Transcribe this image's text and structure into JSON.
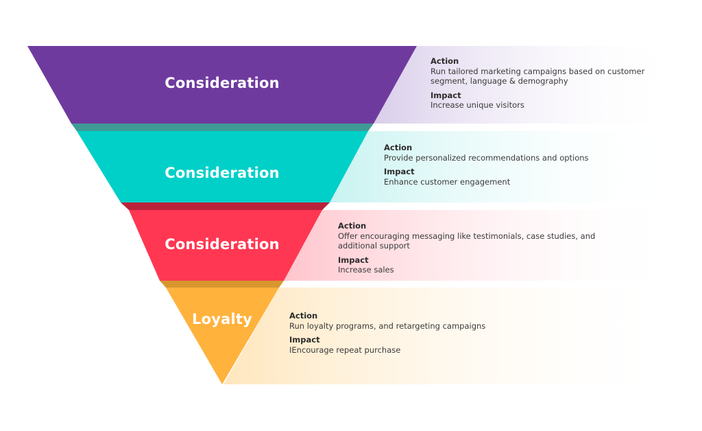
{
  "stages": [
    {
      "title": "Consideration",
      "action_label": "Action",
      "action_text": "Run tailored marketing campaigns based on customer segment, language & demography",
      "impact_label": "Impact",
      "impact_text": "Increase unique visitors",
      "color": "#6f3a9e",
      "shadow_color": "#3f9b96"
    },
    {
      "title": "Consideration",
      "action_label": "Action",
      "action_text": "Provide personalized recommendations and options",
      "impact_label": "Impact",
      "impact_text": "Enhance customer engagement",
      "color": "#00d0c8",
      "shadow_color": "#b8233a"
    },
    {
      "title": "Consideration",
      "action_label": "Action",
      "action_text": "Offer encouraging messaging like testimonials, case studies, and additional support",
      "impact_label": "Impact",
      "impact_text": "Increase sales",
      "color": "#ff3752",
      "shadow_color": "#d8962e"
    },
    {
      "title": "Loyalty",
      "action_label": "Action",
      "action_text": "Run loyalty programs, and retargeting campaigns",
      "impact_label": "Impact",
      "impact_text": "IEncourage repeat purchase",
      "color": "#ffb23c",
      "shadow_color": ""
    }
  ]
}
